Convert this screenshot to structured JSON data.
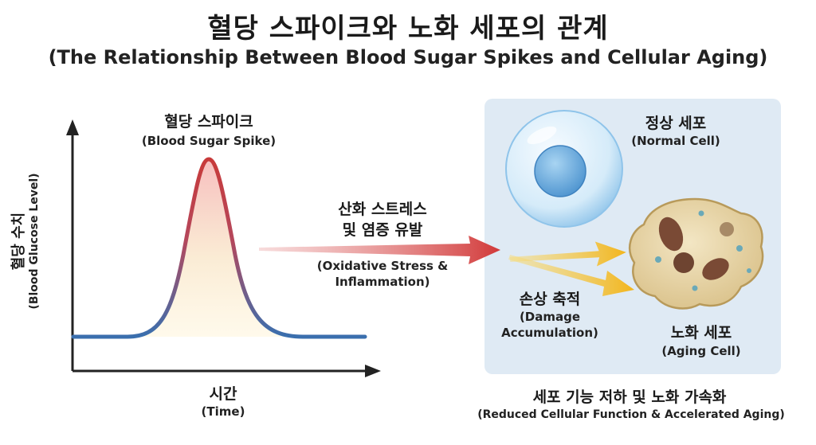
{
  "title": {
    "ko": "혈당 스파이크와 노화 세포의 관계",
    "en": "(The Relationship Between Blood Sugar Spikes and Cellular Aging)"
  },
  "graph": {
    "peak_ko": "혈당 스파이크",
    "peak_en": "(Blood Sugar Spike)",
    "y_ko": "혈당 수치",
    "y_en": "(Blood Glucose Level)",
    "x_ko": "시간",
    "x_en": "(Time)"
  },
  "arrow_main": {
    "ko_line1": "산화 스트레스",
    "ko_line2": "및 염증 유발",
    "en_line1": "(Oxidative Stress &",
    "en_line2": "Inflammation)"
  },
  "damage": {
    "ko": "손상 축적",
    "en_line1": "(Damage",
    "en_line2": "Accumulation)"
  },
  "normal_cell": {
    "ko": "정상 세포",
    "en": "(Normal Cell)"
  },
  "aging_cell": {
    "ko": "노화 세포",
    "en": "(Aging Cell)"
  },
  "conclusion": {
    "ko": "세포 기능 저하 및 노화 가속화",
    "en": "(Reduced Cellular Function & Accelerated Aging)"
  },
  "colors": {
    "curve_low": "#3a6fae",
    "curve_peak": "#c83a3a",
    "arrow_red": "#d23a3a",
    "arrow_yellow": "#f2c42c",
    "panel_bg": "#dfeaf4",
    "cell_blue": "#8fc4ea",
    "aging_cell": "#e6d2a2"
  },
  "icons": [
    "axis-arrow",
    "glucose-curve",
    "red-arrow",
    "yellow-arrows",
    "normal-cell-icon",
    "aging-cell-icon"
  ]
}
